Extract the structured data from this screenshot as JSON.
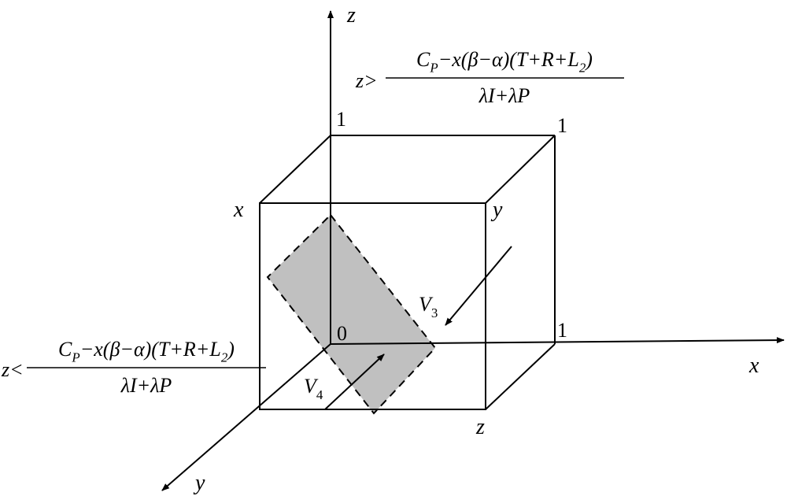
{
  "axes": {
    "z": "z",
    "x": "x",
    "y": "y"
  },
  "ticks": {
    "z_top": "1",
    "corner": "1",
    "x_end": "1",
    "origin": "0"
  },
  "cube_labels": {
    "x": "x",
    "y": "y",
    "z": "z"
  },
  "conditions": {
    "upper": {
      "prefix": "z>",
      "numerator": "C_P−x(β−α)(T+R+L_2)",
      "denominator": "λI+λP"
    },
    "lower": {
      "prefix": "z<",
      "numerator": "C_P−x(β−α)(T+R+L_2)",
      "denominator": "λI+λP"
    }
  },
  "vectors": {
    "v3": {
      "letter": "V",
      "sub": "3"
    },
    "v4": {
      "letter": "V",
      "sub": "4"
    }
  }
}
